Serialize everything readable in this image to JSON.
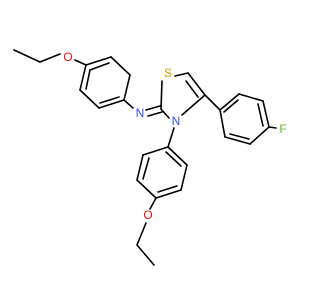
{
  "molecule": {
    "atom_labels": {
      "O_top": "O",
      "N_imine": "N",
      "S_ring": "S",
      "N_ring": "N",
      "F": "F",
      "O_bottom": "O"
    }
  },
  "colors": {
    "bond": "#000000",
    "oxygen": "#ff0d0d",
    "nitrogen": "#3050f8",
    "sulfur": "#c8a000",
    "fluorine": "#6ab42c",
    "background": "#ffffff"
  }
}
